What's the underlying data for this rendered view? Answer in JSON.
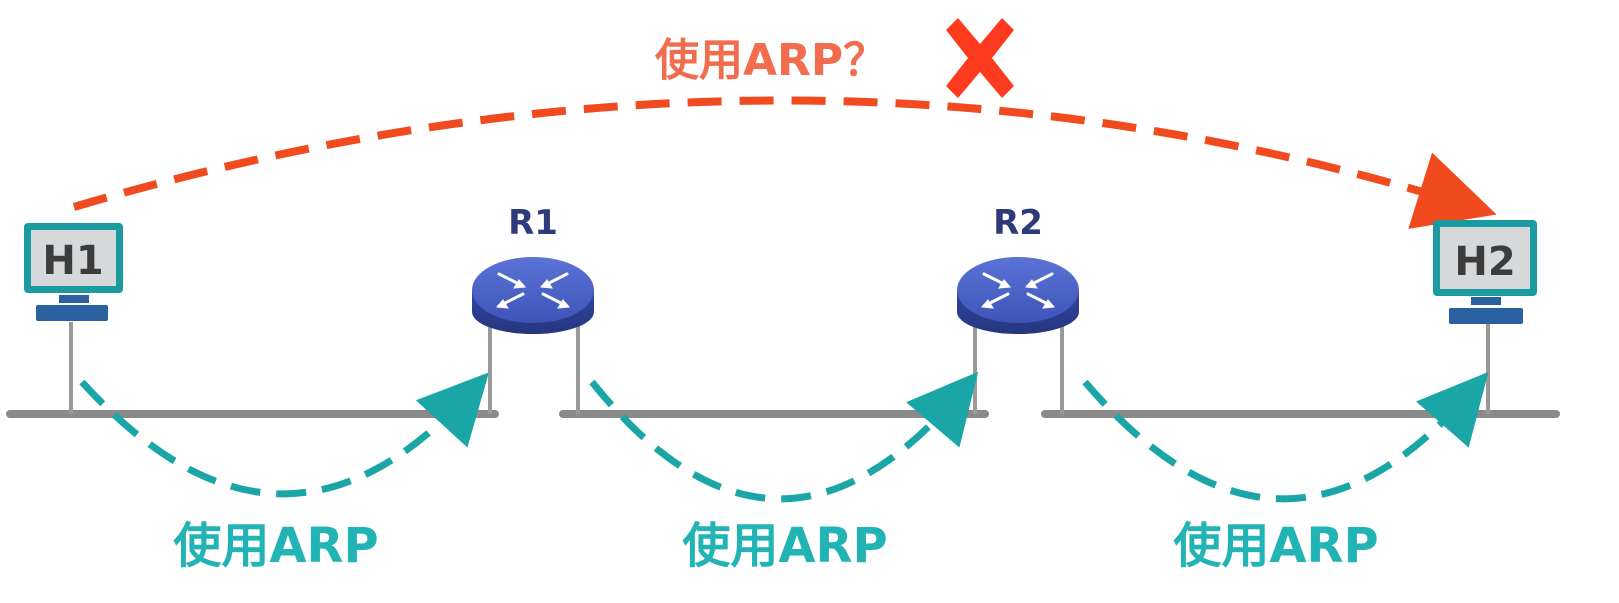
{
  "top": {
    "label": "使用ARP？",
    "color": "#f04a1e",
    "label_color": "#f26d4e",
    "cross_color": "#ff3b1f"
  },
  "hosts": {
    "h1": {
      "label": "H1"
    },
    "h2": {
      "label": "H2"
    }
  },
  "routers": {
    "r1": {
      "label": "R1"
    },
    "r2": {
      "label": "R2"
    }
  },
  "segments": [
    {
      "label": "使用ARP"
    },
    {
      "label": "使用ARP"
    },
    {
      "label": "使用ARP"
    }
  ],
  "colors": {
    "teal": "#1aa6a6",
    "label_teal": "#22b3b5",
    "router_label": "#2f3a7a",
    "router_body": "#4a5fc2",
    "wire": "#8a8a8a",
    "host_frame": "#1b9aa0",
    "host_screen": "#d6d9db",
    "host_text": "#3c3c3c",
    "host_base": "#2a5fa0"
  },
  "icons": {
    "router": "router-icon",
    "host": "monitor-icon",
    "cross": "cross-icon"
  }
}
